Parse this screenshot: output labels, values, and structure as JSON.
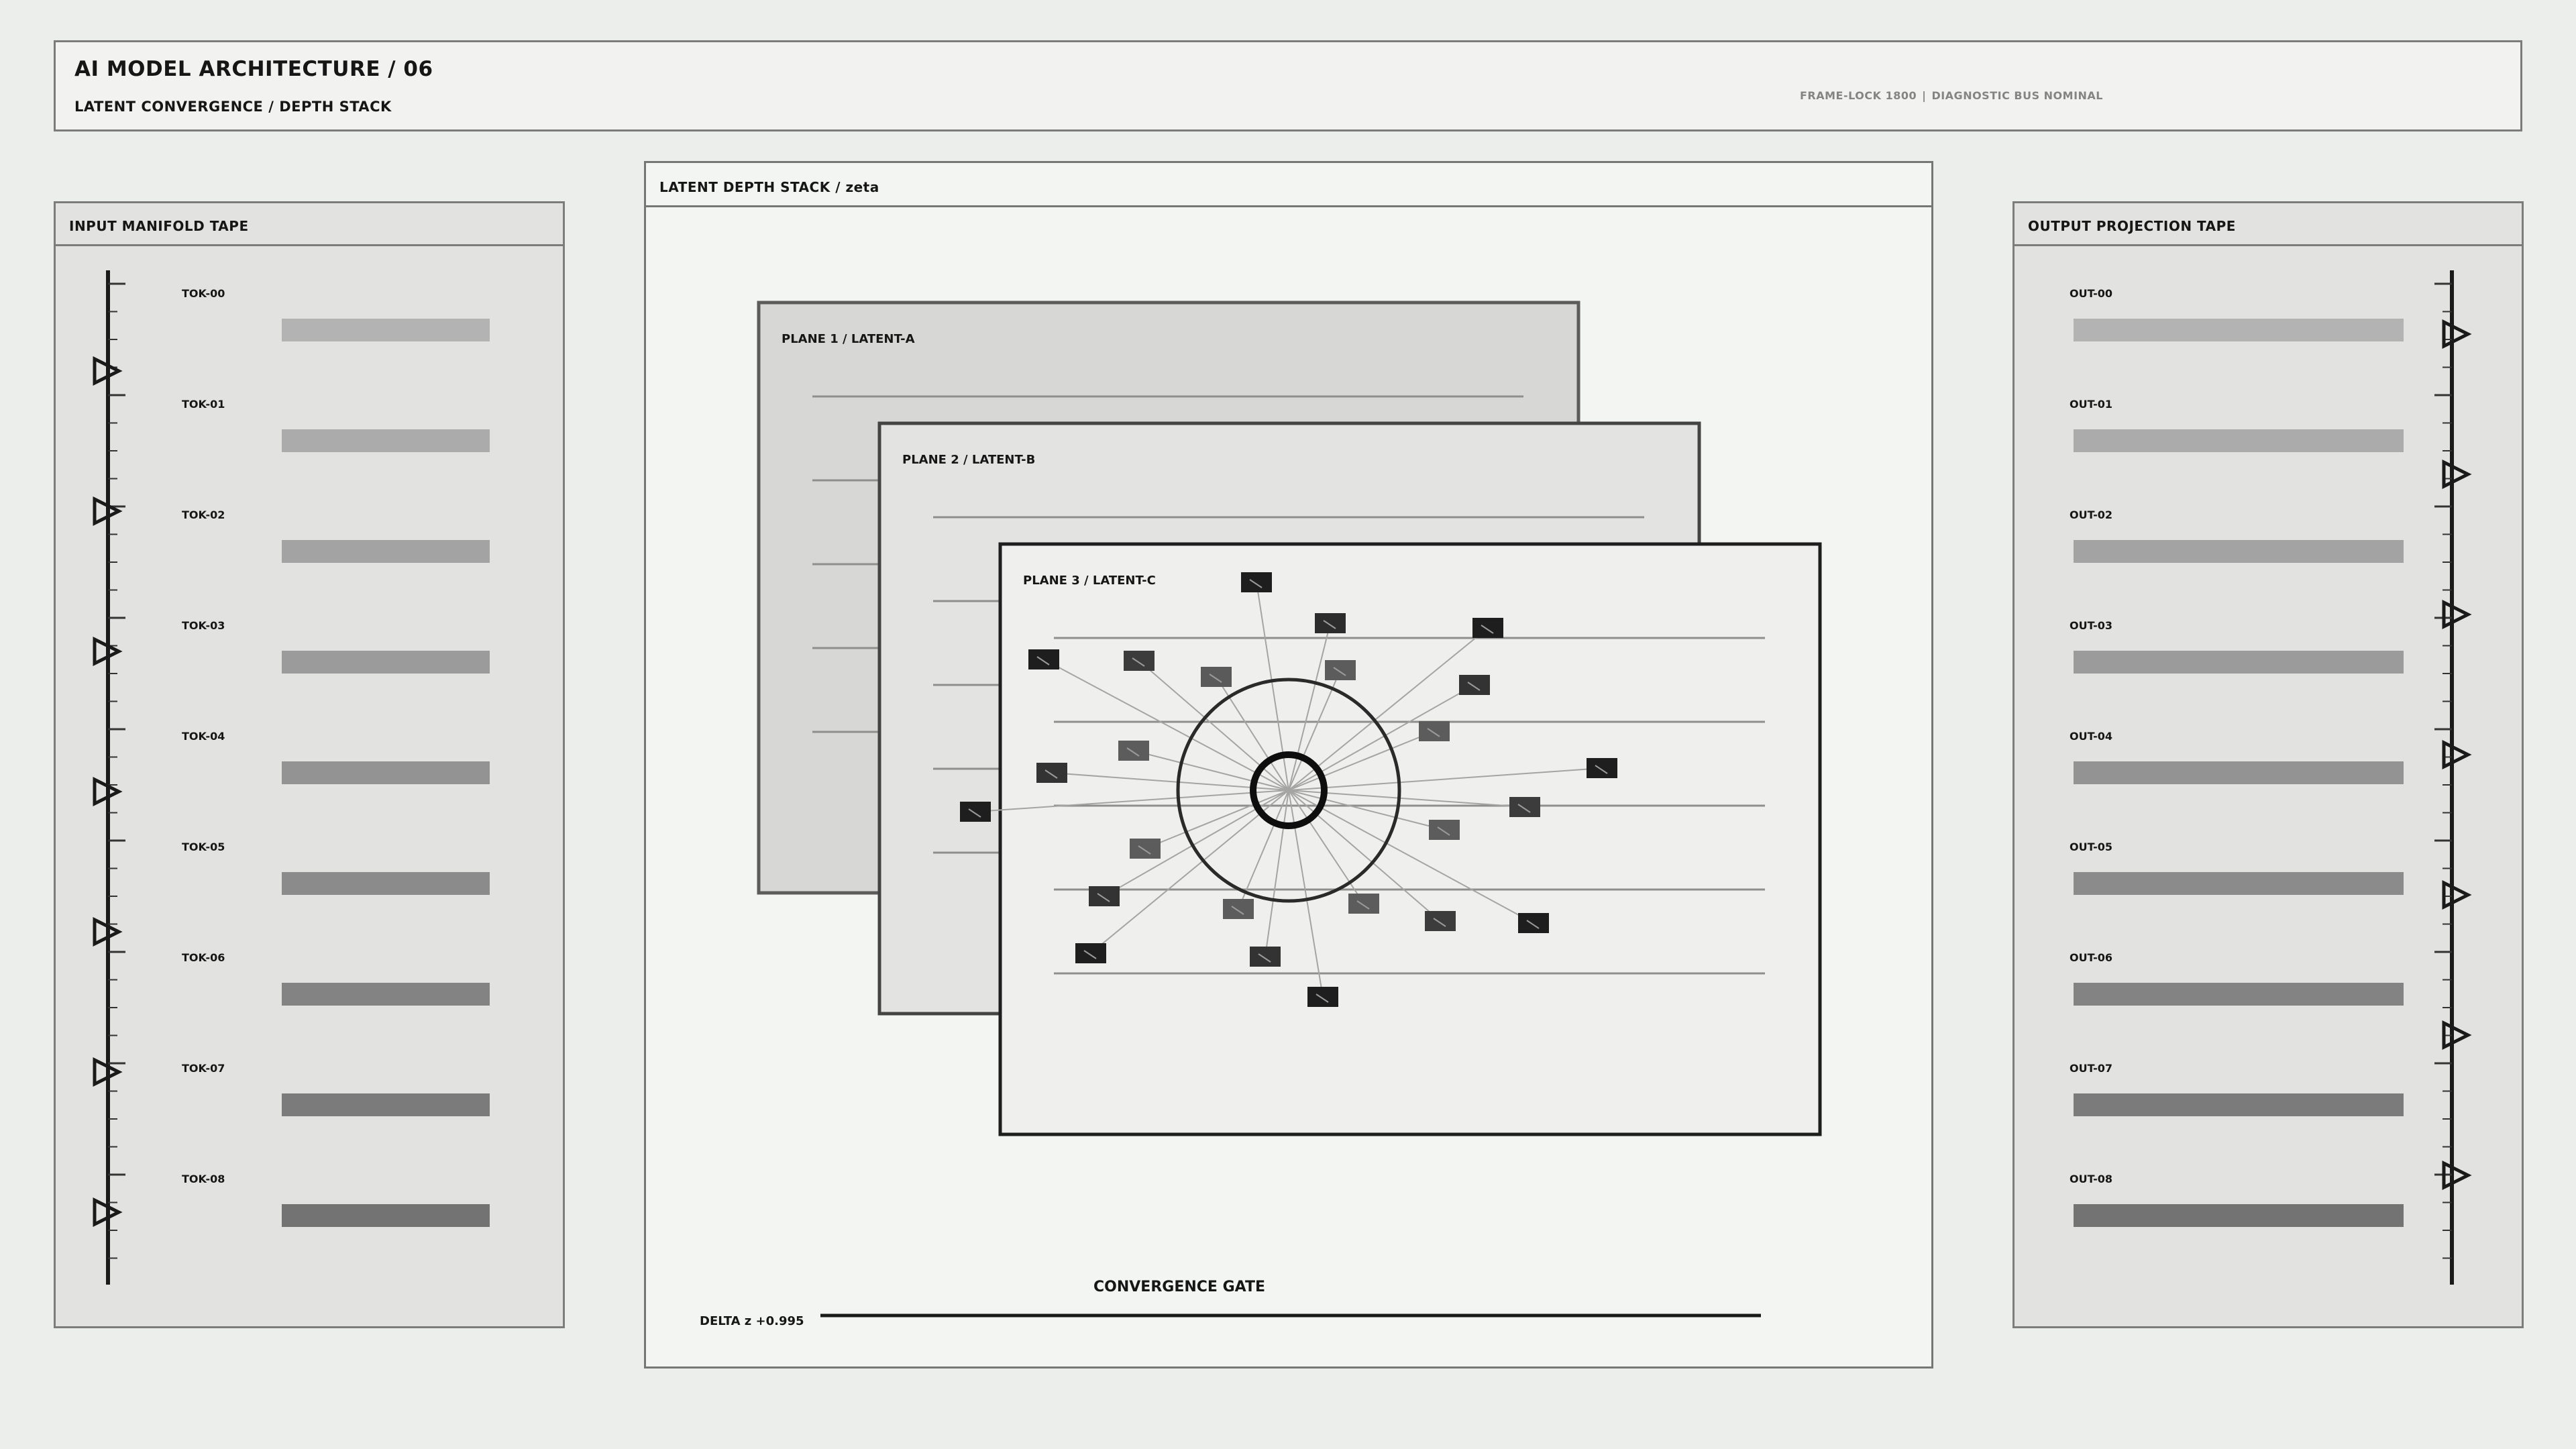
{
  "header": {
    "title": "AI MODEL ARCHITECTURE / 06",
    "subtitle": "LATENT CONVERGENCE / DEPTH STACK",
    "status_left": "FRAME-LOCK 1800",
    "status_right": "DIAGNOSTIC BUS NOMINAL"
  },
  "input_tape": {
    "title": "INPUT MANIFOLD TAPE",
    "tokens": [
      "TOK-00",
      "TOK-01",
      "TOK-02",
      "TOK-03",
      "TOK-04",
      "TOK-05",
      "TOK-06",
      "TOK-07",
      "TOK-08"
    ]
  },
  "output_tape": {
    "title": "OUTPUT PROJECTION TAPE",
    "tokens": [
      "OUT-00",
      "OUT-01",
      "OUT-02",
      "OUT-03",
      "OUT-04",
      "OUT-05",
      "OUT-06",
      "OUT-07",
      "OUT-08"
    ]
  },
  "stack": {
    "title": "LATENT DEPTH STACK / zeta",
    "planes": [
      "PLANE 1 / LATENT-A",
      "PLANE 2 / LATENT-B",
      "PLANE 3 / LATENT-C"
    ],
    "gate_label": "CONVERGENCE GATE",
    "delta_label": "DELTA z +0.995"
  },
  "colors": {
    "background": "#eceeeb",
    "panel": "#e2e3e0",
    "ink": "#161616"
  }
}
